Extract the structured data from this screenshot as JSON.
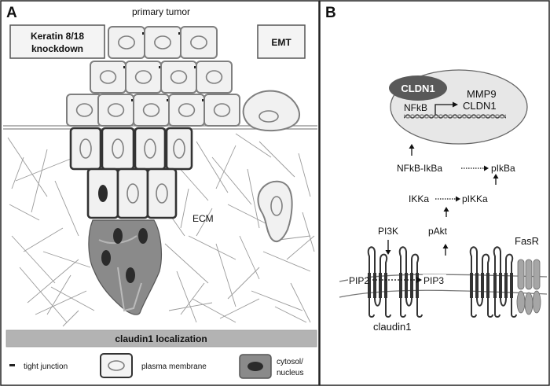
{
  "panel_a": {
    "letter": "A",
    "title": "primary tumor",
    "box_left_line1": "Keratin 8/18",
    "box_left_line2": "knockdown",
    "box_right": "EMT",
    "ecm_label": "ECM",
    "bar_label": "claudin1 localization",
    "legend": {
      "tight_junction": "tight junction",
      "plasma_membrane": "plasma membrane",
      "cytosol_line1": "cytosol/",
      "cytosol_line2": "nucleus"
    }
  },
  "panel_b": {
    "letter": "B",
    "nucleus": {
      "cldn1_badge": "CLDN1",
      "mmp9": "MMP9",
      "nfkb": "NFkB",
      "cldn1_gene": "CLDN1"
    },
    "pathway": {
      "nfkb_ikba": "NFkB-IkBa",
      "pikba": "pIkBa",
      "ikka": "IKKa",
      "pikka": "pIKKa",
      "pi3k": "PI3K",
      "pakt": "pAkt",
      "pip2": "PIP2",
      "pip3": "PIP3",
      "claudin1": "claudin1",
      "fasr": "FasR"
    }
  },
  "colors": {
    "cell_fill": "#f1f1f1",
    "cell_stroke": "#7f7f7f",
    "dark_stroke": "#333333",
    "nucleus_dark": "#2b2b2b",
    "cytosol_fill": "#8a8a8a",
    "bar_fill": "#b3b3b3",
    "nucleus_panel_fill": "#e7e7e7",
    "badge_fill": "#595959",
    "fasr_fill": "#a6a6a6"
  }
}
